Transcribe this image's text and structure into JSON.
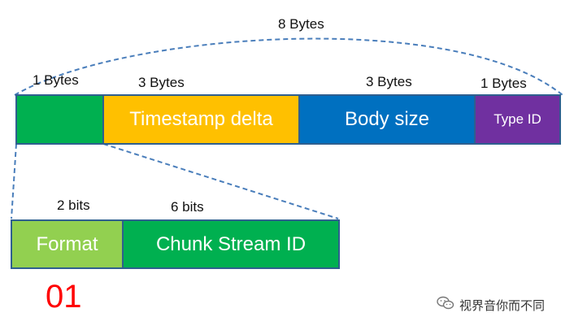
{
  "colors": {
    "flags_field": "#00b050",
    "timestamp_delta": "#ffc000",
    "body_size": "#0070c0",
    "type_id": "#7030a0",
    "format": "#92d050",
    "chunk_stream_id": "#00b050",
    "connector": "#4a7ebb",
    "format_value": "#ff0000"
  },
  "header": {
    "total_size": "8 Bytes",
    "sizes": {
      "flags": "1 Bytes",
      "timestamp": "3 Bytes",
      "body": "3 Bytes",
      "type": "1 Bytes"
    },
    "fields": {
      "flags": "",
      "timestamp": "Timestamp delta",
      "body": "Body size",
      "type": "Type ID"
    }
  },
  "basic_header": {
    "sizes": {
      "format": "2 bits",
      "chunk_stream_id": "6 bits"
    },
    "fields": {
      "format": "Format",
      "chunk_stream_id": "Chunk Stream ID"
    },
    "format_value": "01"
  },
  "watermark": {
    "icon": "wechat-icon",
    "text": "视界音你而不同"
  }
}
